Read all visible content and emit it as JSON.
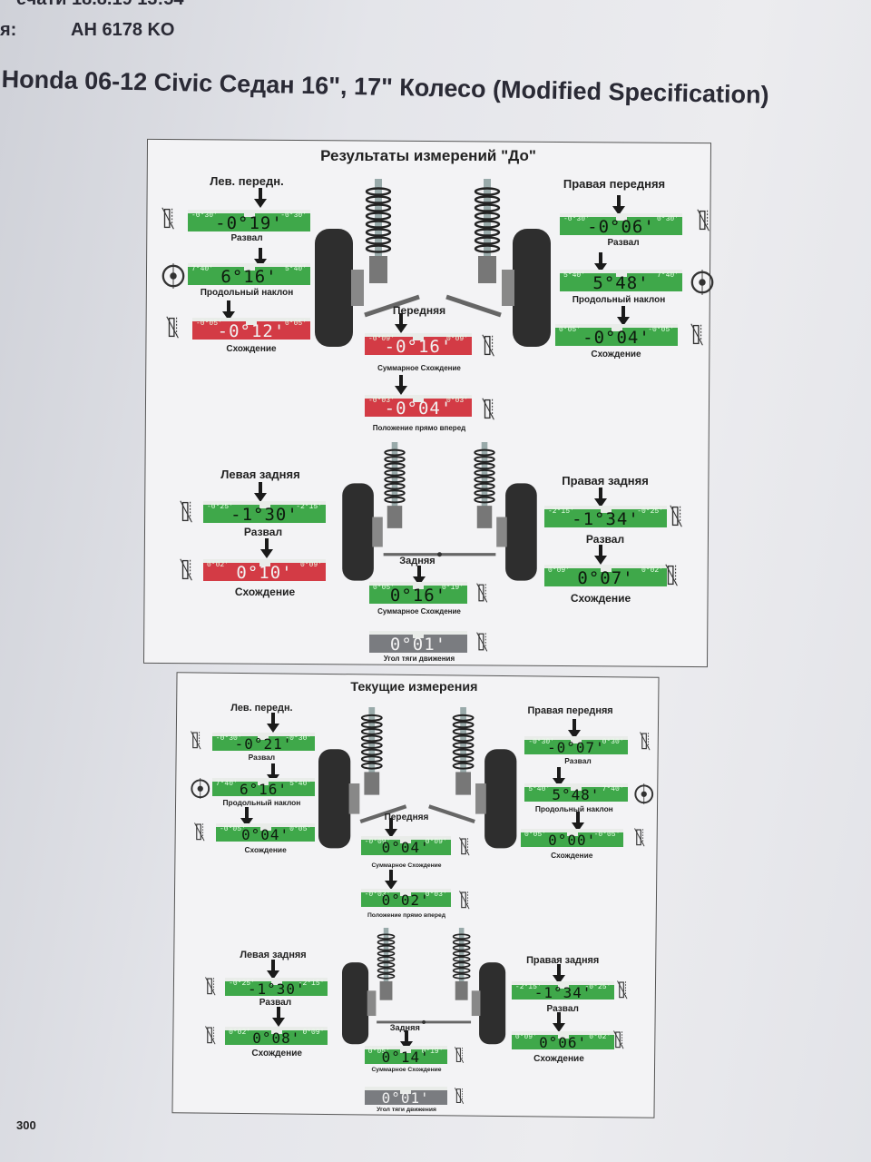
{
  "header": {
    "print_line": "ечати  18.8.19 13:54",
    "plate_label": "я:",
    "plate_value": "AH 6178 KO",
    "title": "Honda 06-12 Civic Седан 16\", 17\" Колесо (Modified Specification)"
  },
  "before": {
    "title": "Результаты измерений \"До\"",
    "front_left": {
      "label": "Лев. передн.",
      "camber": {
        "label": "Развал",
        "min": "-0°30'",
        "max": "-0°30'",
        "value": "-0°19'",
        "status": "green"
      },
      "caster": {
        "label": "Продольный наклон",
        "min": "7°40'",
        "max": "5°40'",
        "value": "6°16'",
        "status": "green"
      },
      "toe": {
        "label": "Схождение",
        "min": "-0°05'",
        "max": "0°05'",
        "value": "-0°12'",
        "status": "red"
      }
    },
    "front_right": {
      "label": "Правая передняя",
      "camber": {
        "label": "Развал",
        "min": "-0°30'",
        "max": "0°30'",
        "value": "-0°06'",
        "status": "green"
      },
      "caster": {
        "label": "Продольный наклон",
        "min": "5°40'",
        "max": "7°40'",
        "value": "5°48'",
        "status": "green"
      },
      "toe": {
        "label": "Схождение",
        "min": "0°05'",
        "max": "-0°05'",
        "value": "-0°04'",
        "status": "green"
      }
    },
    "front_axle": {
      "label": "Передняя",
      "total_toe": {
        "label": "Суммарное Схождение",
        "min": "-0°09'",
        "max": "0°09'",
        "value": "-0°16'",
        "status": "red"
      },
      "straight_ahead": {
        "label": "Положение прямо вперед",
        "min": "-0°03'",
        "max": "0°03'",
        "value": "-0°04'",
        "status": "red"
      }
    },
    "rear_left": {
      "label": "Левая задняя",
      "camber": {
        "label": "Развал",
        "min": "-0°25'",
        "max": "-2°15'",
        "value": "-1°30'",
        "status": "green"
      },
      "toe": {
        "label": "Схождение",
        "min": "0°02'",
        "max": "0°09'",
        "value": "0°10'",
        "status": "red"
      }
    },
    "rear_right": {
      "label": "Правая задняя",
      "camber": {
        "label": "Развал",
        "min": "-2°15'",
        "max": "-0°25'",
        "value": "-1°34'",
        "status": "green"
      },
      "toe": {
        "label": "Схождение",
        "min": "0°09'",
        "max": "0°02'",
        "value": "0°07'",
        "status": "green"
      }
    },
    "rear_axle": {
      "label": "Задняя",
      "total_toe": {
        "label": "Суммарное Схождение",
        "min": "0°05'",
        "max": "0°19'",
        "value": "0°16'",
        "status": "green"
      },
      "thrust_angle": {
        "label": "Угол тяги движения",
        "min": "",
        "max": "",
        "value": "0°01'",
        "status": "gray"
      }
    }
  },
  "current": {
    "title": "Текущие измерения",
    "front_left": {
      "label": "Лев. передн.",
      "camber": {
        "label": "Развал",
        "min": "-0°30'",
        "max": "-0°30'",
        "value": "-0°21'",
        "status": "green"
      },
      "caster": {
        "label": "Продольный наклон",
        "min": "7°40'",
        "max": "5°40'",
        "value": "6°16'",
        "status": "green"
      },
      "toe": {
        "label": "Схождение",
        "min": "-0°05'",
        "max": "0°05'",
        "value": "0°04'",
        "status": "green"
      }
    },
    "front_right": {
      "label": "Правая передняя",
      "camber": {
        "label": "Развал",
        "min": "-0°30'",
        "max": "0°30'",
        "value": "-0°07'",
        "status": "green"
      },
      "caster": {
        "label": "Продольный наклон",
        "min": "5°40'",
        "max": "7°40'",
        "value": "5°48'",
        "status": "green"
      },
      "toe": {
        "label": "Схождение",
        "min": "0°05'",
        "max": "-0°05'",
        "value": "0°00'",
        "status": "green"
      }
    },
    "front_axle": {
      "label": "Передняя",
      "total_toe": {
        "label": "Суммарное Схождение",
        "min": "-0°09'",
        "max": "0°09'",
        "value": "0°04'",
        "status": "green"
      },
      "straight_ahead": {
        "label": "Положение прямо вперед",
        "min": "-0°03'",
        "max": "0°03'",
        "value": "0°02'",
        "status": "green"
      }
    },
    "rear_left": {
      "label": "Левая задняя",
      "camber": {
        "label": "Развал",
        "min": "-0°25'",
        "max": "-2°15'",
        "value": "-1°30'",
        "status": "green"
      },
      "toe": {
        "label": "Схождение",
        "min": "0°02'",
        "max": "0°09'",
        "value": "0°08'",
        "status": "green"
      }
    },
    "rear_right": {
      "label": "Правая задняя",
      "camber": {
        "label": "Развал",
        "min": "-2°15'",
        "max": "-0°25'",
        "value": "-1°34'",
        "status": "green"
      },
      "toe": {
        "label": "Схождение",
        "min": "0°09'",
        "max": "0°02'",
        "value": "0°06'",
        "status": "green"
      }
    },
    "rear_axle": {
      "label": "Задняя",
      "total_toe": {
        "label": "Суммарное Схождение",
        "min": "0°05'",
        "max": "0°19'",
        "value": "0°14'",
        "status": "green"
      },
      "thrust_angle": {
        "label": "Угол тяги движения",
        "min": "",
        "max": "",
        "value": "0°01'",
        "status": "gray"
      }
    }
  },
  "footer": {
    "page_number": "300"
  },
  "colors": {
    "in_spec": "#3fa84a",
    "out_of_spec": "#d33b45",
    "neutral": "#7a7c80"
  }
}
